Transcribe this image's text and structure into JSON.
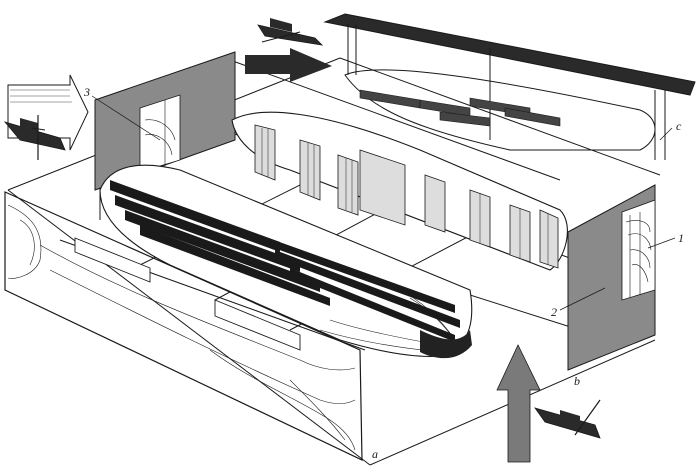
{
  "labels": {
    "section_1": "1",
    "section_2": "2",
    "section_3": "3",
    "plane_a": "a",
    "plane_b": "b",
    "plane_c": "c"
  },
  "colors": {
    "ink": "#1a1a1a",
    "plane_shade": "#8a8a8a",
    "arrow_shade": "#7a7a7a",
    "hull_dark": "#222222",
    "paper": "#ffffff"
  },
  "icons": [
    "arrow-right-icon",
    "arrow-up-icon",
    "ship-icon"
  ]
}
